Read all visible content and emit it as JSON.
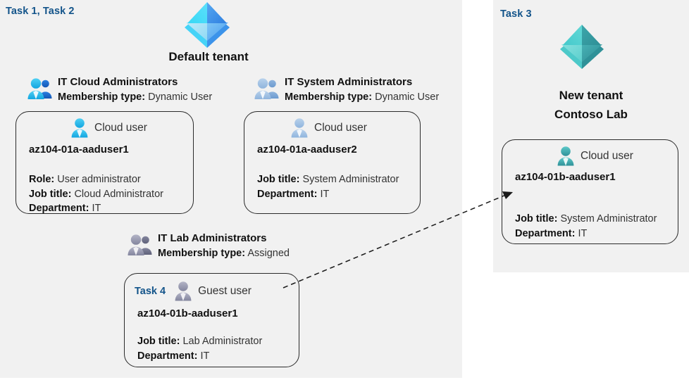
{
  "panels": {
    "left": {
      "task_tag": "Task 1, Task 2"
    },
    "right": {
      "task_tag": "Task 3"
    }
  },
  "tenants": [
    {
      "id": "default-tenant",
      "icon": "azure-ad-tenant-icon",
      "label": "Default tenant",
      "color": "#32b6ef"
    },
    {
      "id": "new-tenant",
      "icon": "azure-ad-tenant-icon",
      "label_line1": "New  tenant",
      "label_line2": "Contoso Lab",
      "color": "#4bbdbd"
    }
  ],
  "groups": [
    {
      "id": "it-cloud-administrators",
      "icon": "group-users-icon",
      "name": "IT Cloud Administrators",
      "meta_label": "Membership type:",
      "meta_value": "Dynamic User"
    },
    {
      "id": "it-system-administrators",
      "icon": "group-users-icon",
      "name": "IT System Administrators",
      "meta_label": "Membership type:",
      "meta_value": "Dynamic User"
    },
    {
      "id": "it-lab-administrators",
      "icon": "group-users-icon",
      "name": "IT Lab Administrators",
      "meta_label": "Membership type:",
      "meta_value": "Assigned"
    }
  ],
  "cards": [
    {
      "id": "card-aaduser1-cloud",
      "user_type": "Cloud user",
      "user_icon": "cloud-user-icon",
      "username": "az104-01a-aaduser1",
      "task_inline": "",
      "props": [
        {
          "label": "Role:",
          "value": "User administrator"
        },
        {
          "label": "Job title:",
          "value": "Cloud Administrator"
        },
        {
          "label": "Department:",
          "value": "IT"
        }
      ]
    },
    {
      "id": "card-aaduser2-cloud",
      "user_type": "Cloud user",
      "user_icon": "cloud-user-icon",
      "username": "az104-01a-aaduser2",
      "task_inline": "",
      "props": [
        {
          "label": "Job title:",
          "value": "System Administrator"
        },
        {
          "label": "Department:",
          "value": "IT"
        }
      ]
    },
    {
      "id": "card-aaduser1b-guest",
      "user_type": "Guest user",
      "user_icon": "guest-user-icon",
      "username": "az104-01b-aaduser1",
      "task_inline": "Task 4",
      "props": [
        {
          "label": "Job title:",
          "value": "Lab Administrator"
        },
        {
          "label": "Department:",
          "value": "IT"
        }
      ]
    },
    {
      "id": "card-aaduser1b-cloud",
      "user_type": "Cloud user",
      "user_icon": "cloud-user-icon",
      "username": "az104-01b-aaduser1",
      "task_inline": "",
      "props": [
        {
          "label": "Job title:",
          "value": "System Administrator"
        },
        {
          "label": "Department:",
          "value": "IT"
        }
      ]
    }
  ],
  "connector": {
    "id": "guest-to-cloud-user-arrow",
    "style": "dashed-arrow",
    "from": "card-aaduser1b-guest",
    "to": "card-aaduser1b-cloud"
  },
  "colors": {
    "panel_background": "#f1f1f1",
    "task_tag": "#13548a",
    "card_border": "#2b2b2b",
    "default_tenant_accent": "#32b6ef",
    "new_tenant_accent": "#4bbdbd",
    "guest_icon": "#8d8fa6"
  }
}
